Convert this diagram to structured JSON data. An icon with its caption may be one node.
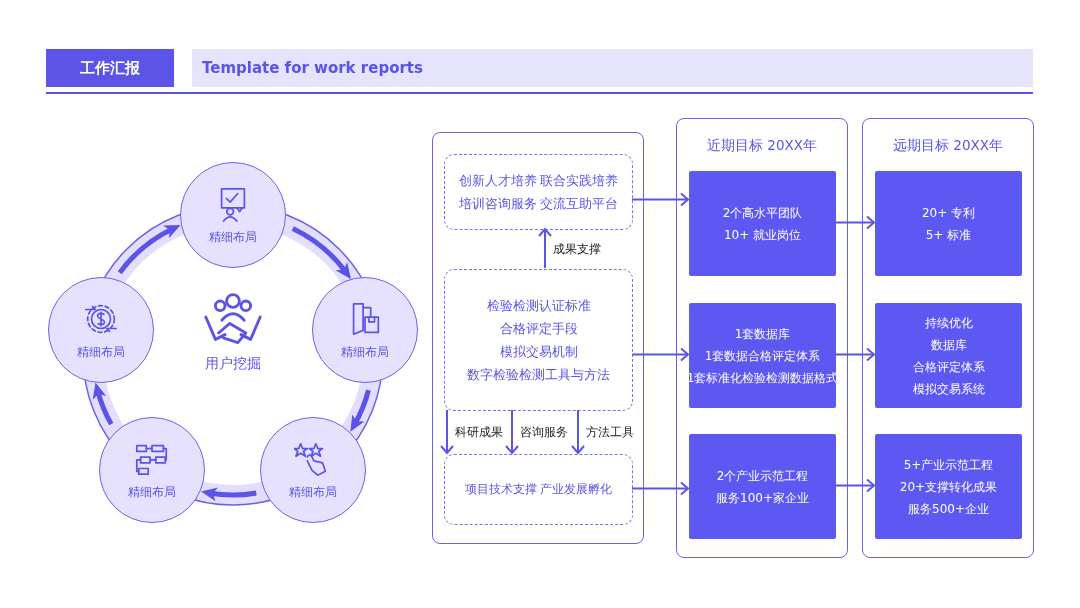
{
  "diagram": {
    "title": "工作汇报",
    "nodes": [
      {
        "text": [
          "精细布局"
        ]
      },
      {
        "text": [
          "精细布局"
        ]
      },
      {
        "text": [
          "精细布局"
        ]
      },
      {
        "text": [
          "精细布局"
        ]
      },
      {
        "text": [
          "精细布局"
        ]
      },
      {
        "text": [],
        "shape": "box"
      },
      {
        "text": [
          "创新人才培养 联合实践培养",
          "培训咨询服务 交流互助平台"
        ],
        "in": 5
      },
      {
        "text": [
          "检验检测认证标准",
          "合格评定手段",
          "模拟交易机制",
          "数字检验检测工具与方法"
        ],
        "in": 5
      },
      {
        "text": [
          "项目技术支撑 产业发展孵化"
        ],
        "in": 5
      },
      {
        "text": [
          "近期目标 20XX年"
        ]
      },
      {
        "text": [
          "2个高水平团队",
          "10+ 就业岗位"
        ],
        "in": 9
      },
      {
        "text": [
          "1套数据库",
          "1套数据合格评定体系",
          "1套标准化检验检测数据格式"
        ],
        "in": 9
      },
      {
        "text": [
          "2个产业示范工程",
          "服务100+家企业"
        ],
        "in": 9
      },
      {
        "text": [
          "远期目标 20XX年"
        ]
      },
      {
        "text": [
          "20+ 专利",
          "5+ 标准"
        ],
        "in": 13
      },
      {
        "text": [
          "持续优化",
          "数据库",
          "合格评定体系",
          "模拟交易系统"
        ],
        "in": 13
      },
      {
        "text": [
          "5+产业示范工程",
          "20+支撑转化成果",
          "服务500+企业"
        ],
        "in": 13
      }
    ],
    "edges": [
      {
        "from": 0,
        "to": 1,
        "arrow": "to",
        "style": "thick"
      },
      {
        "from": 1,
        "to": 2,
        "arrow": "to",
        "style": "thick"
      },
      {
        "from": 2,
        "to": 3,
        "arrow": "to",
        "style": "thick"
      },
      {
        "from": 3,
        "to": 4,
        "arrow": "to",
        "style": "thick"
      },
      {
        "from": 4,
        "to": 0,
        "arrow": "to",
        "style": "thick"
      },
      {
        "from": 7,
        "to": 6,
        "arrow": "to",
        "label": "成果支撑"
      },
      {
        "from": 7,
        "to": 8,
        "arrow": "to",
        "label": "科研成果"
      },
      {
        "from": 7,
        "to": 8,
        "arrow": "to",
        "label": "咨询服务"
      },
      {
        "from": 7,
        "to": 8,
        "arrow": "to",
        "label": "方法工具"
      },
      {
        "from": 6,
        "to": 10,
        "arrow": "to"
      },
      {
        "from": 7,
        "to": 11,
        "arrow": "to"
      },
      {
        "from": 8,
        "to": 12,
        "arrow": "to"
      },
      {
        "from": 10,
        "to": 14,
        "arrow": "to"
      },
      {
        "from": 11,
        "to": 15,
        "arrow": "to"
      },
      {
        "from": 12,
        "to": 16,
        "arrow": "to"
      }
    ],
    "labels": [
      "Template for work reports",
      "用户挖掘"
    ]
  }
}
